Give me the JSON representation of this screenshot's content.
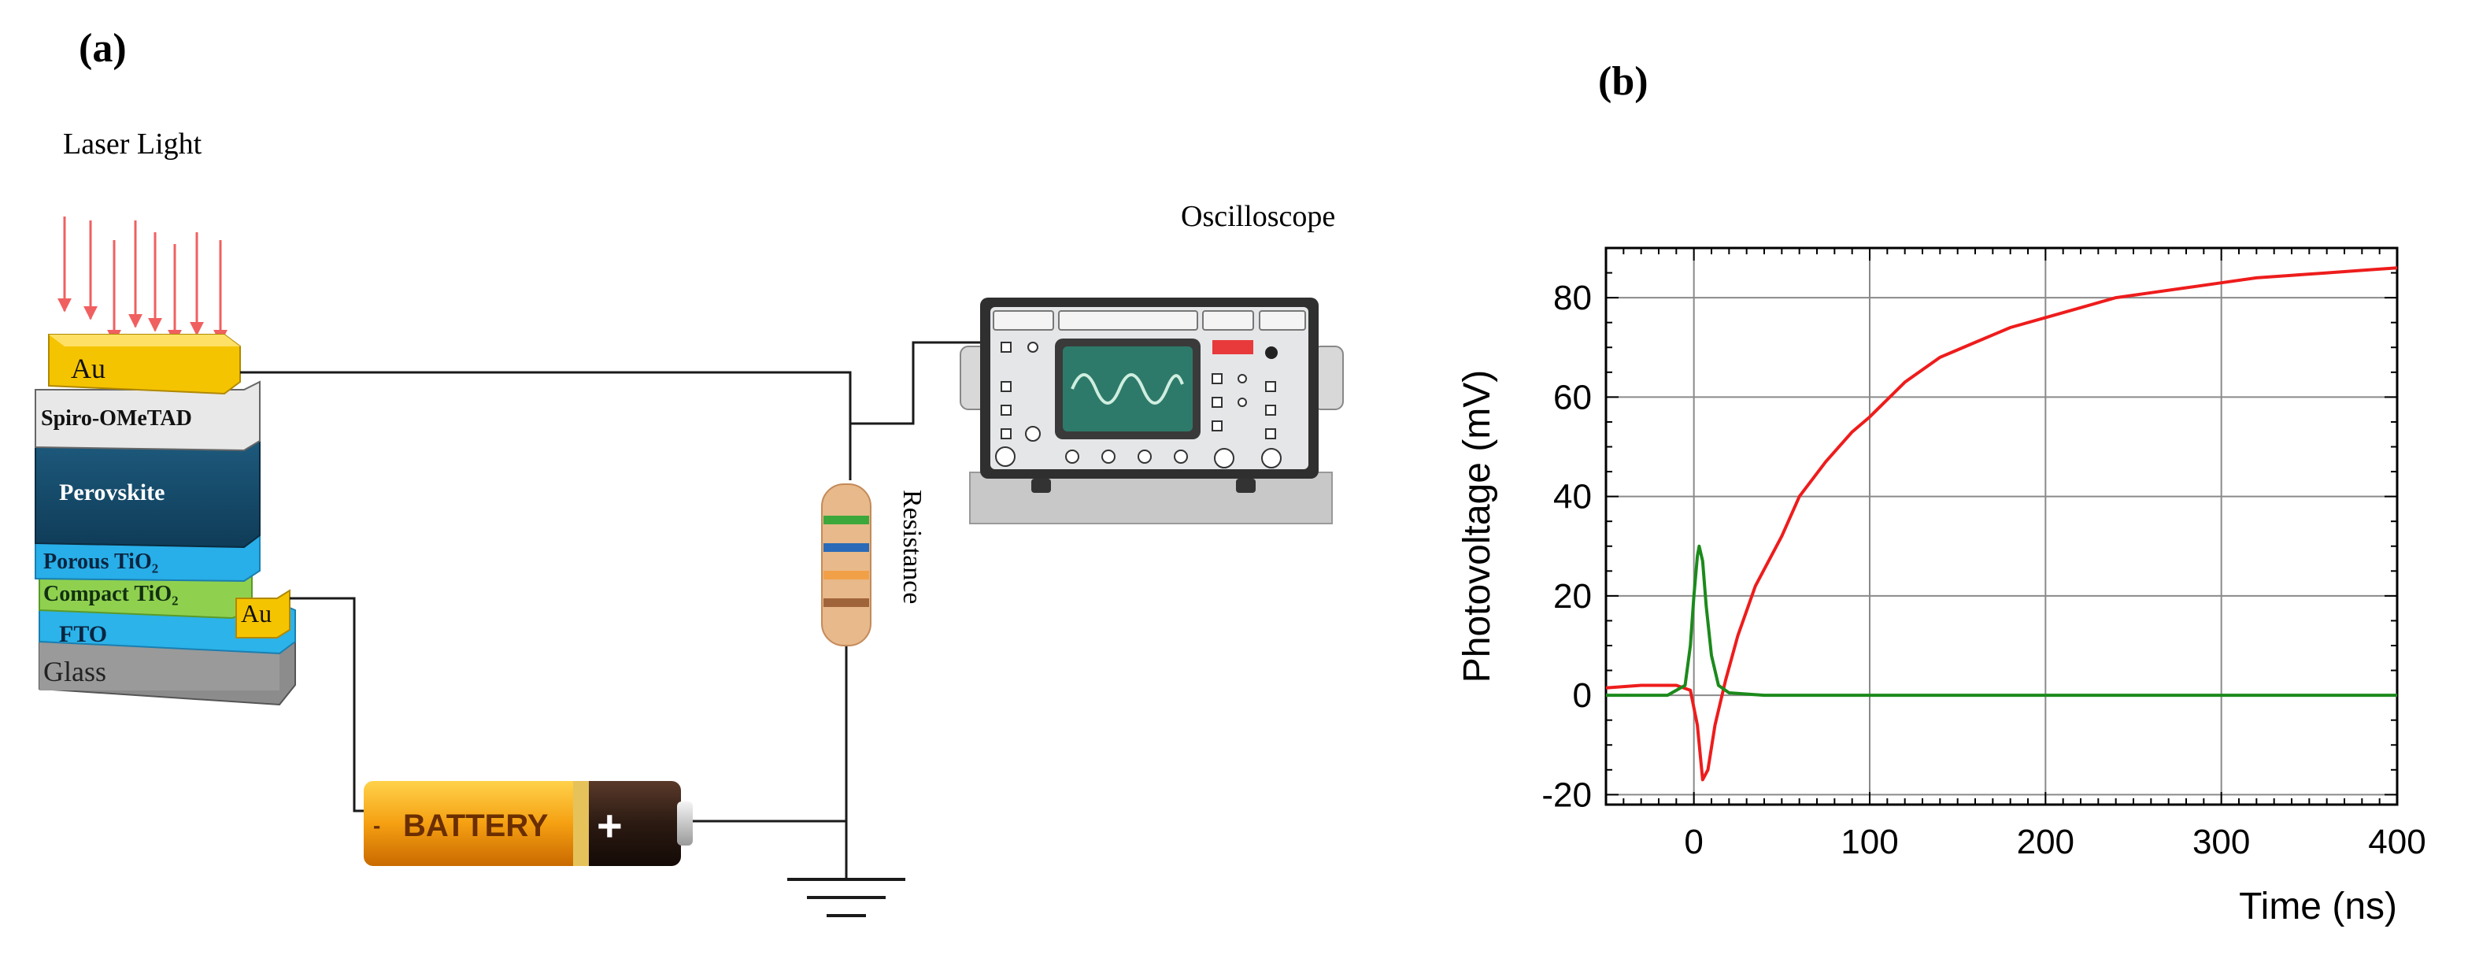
{
  "panel_a": {
    "label": "(a)",
    "laser_label": "Laser Light",
    "oscilloscope_label": "Oscilloscope",
    "resistance_label": "Resistance",
    "battery_label": "BATTERY",
    "battery_plus": "+",
    "battery_minus": "-",
    "layers": {
      "au_top": "Au",
      "spiro": "Spiro-OMeTAD",
      "perovskite": "Perovskite",
      "porous": "Porous  TiO₂",
      "compact": "Compact TiO₂",
      "au_side": "Au",
      "fto": "FTO",
      "glass": "Glass"
    }
  },
  "panel_b": {
    "label": "(b)"
  },
  "chart_data": {
    "type": "line",
    "xlabel": "Time (ns)",
    "ylabel": "Photovoltage (mV)",
    "xlim": [
      -50,
      400
    ],
    "ylim": [
      -22,
      90
    ],
    "xticks": [
      0,
      100,
      200,
      300,
      400
    ],
    "yticks": [
      -20,
      0,
      20,
      40,
      60,
      80
    ],
    "grid": true,
    "series": [
      {
        "color": "#ee1c1c",
        "x": [
          -50,
          -30,
          -10,
          -2,
          2,
          5,
          8,
          12,
          18,
          25,
          35,
          50,
          60,
          75,
          90,
          100,
          120,
          140,
          160,
          180,
          200,
          220,
          240,
          260,
          280,
          300,
          320,
          340,
          360,
          380,
          400
        ],
        "y": [
          1.5,
          2,
          2,
          1,
          -6,
          -17,
          -15,
          -6,
          3,
          12,
          22,
          32,
          40,
          47,
          53,
          56,
          63,
          68,
          71,
          74,
          76,
          78,
          80,
          81,
          82,
          83,
          84,
          84.5,
          85,
          85.5,
          86
        ]
      },
      {
        "color": "#1b8a1b",
        "x": [
          -50,
          -15,
          -5,
          -2,
          0,
          2,
          3,
          5,
          7,
          10,
          14,
          20,
          40,
          100,
          200,
          300,
          400
        ],
        "y": [
          0,
          0,
          2,
          10,
          20,
          28,
          30,
          27,
          18,
          8,
          2,
          0.5,
          0,
          0,
          0,
          0,
          0
        ]
      }
    ]
  }
}
